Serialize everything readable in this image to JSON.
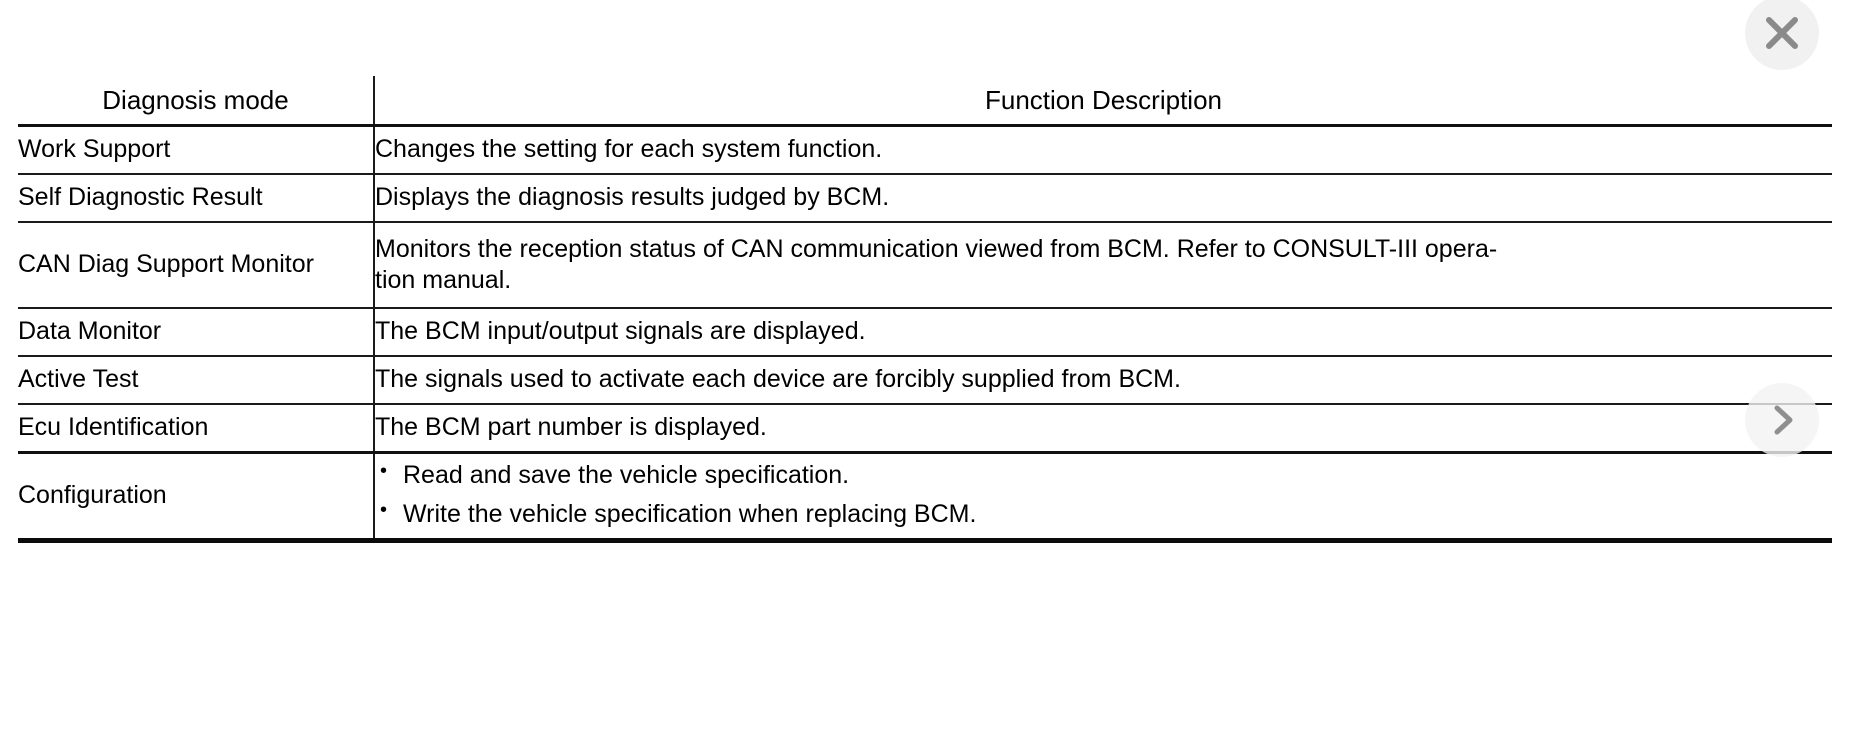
{
  "viewer": {
    "close_button": {
      "name": "close",
      "icon": "close-x-icon",
      "label": "✕"
    },
    "next_button": {
      "name": "next",
      "icon": "chevron-right-icon",
      "label": "›"
    },
    "accent_color": "#f1f1f1",
    "icon_color": "#8a8a8a"
  },
  "document": {
    "background": "#ffffff",
    "rule_color": "#0b0b0b",
    "text_color": "#000000",
    "table": {
      "headers": [
        "Diagnosis mode",
        "Function Description"
      ],
      "rows": [
        {
          "mode": "Work Support",
          "description": "Changes the setting for each system function.",
          "lines": [
            "Changes the setting for each system function."
          ],
          "type": "text"
        },
        {
          "mode": "Self Diagnostic Result",
          "description": "Displays the diagnosis results judged by BCM.",
          "lines": [
            "Displays the diagnosis results judged by BCM."
          ],
          "type": "text"
        },
        {
          "mode": "CAN Diag Support Monitor",
          "description": "Monitors the reception status of CAN communication viewed from BCM. Refer to CONSULT-III operation manual.",
          "lines": [
            "Monitors the reception status of CAN communication viewed from BCM. Refer to CONSULT-III opera-",
            "tion manual."
          ],
          "type": "text"
        },
        {
          "mode": "Data Monitor",
          "description": "The BCM input/output signals are displayed.",
          "lines": [
            "The BCM input/output signals are displayed."
          ],
          "type": "text"
        },
        {
          "mode": "Active Test",
          "description": "The signals used to activate each device are forcibly supplied from BCM.",
          "lines": [
            "The signals used to activate each device are forcibly supplied from BCM."
          ],
          "type": "text"
        },
        {
          "mode": "Ecu Identification",
          "description": "The BCM part number is displayed.",
          "lines": [
            "The BCM part number is displayed."
          ],
          "type": "text"
        },
        {
          "mode": "Configuration",
          "description": "Read and save the vehicle specification. Write the vehicle specification when replacing BCM.",
          "bullets": [
            "Read and save the vehicle specification.",
            "Write the vehicle specification when replacing BCM."
          ],
          "type": "bullets"
        }
      ]
    }
  }
}
